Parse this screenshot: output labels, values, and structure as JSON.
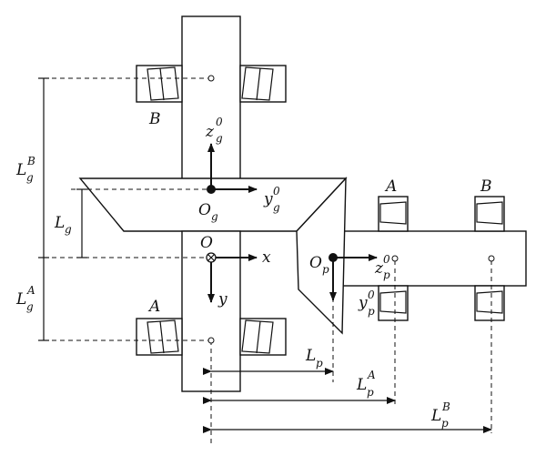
{
  "labels": {
    "bearing_B_gear": "B",
    "bearing_A_gear": "A",
    "bearing_A_pinion": "A",
    "bearing_B_pinion": "B",
    "z_g0": "z",
    "z_g0_sub": "g",
    "z_g0_sup": "0",
    "y_g0": "y",
    "y_g0_sub": "g",
    "y_g0_sup": "0",
    "O_g": "O",
    "O_g_sub": "g",
    "O": "O",
    "x": "x",
    "y": "y",
    "O_p": "O",
    "O_p_sub": "p",
    "z_p0": "z",
    "z_p0_sub": "p",
    "z_p0_sup": "0",
    "y_p0": "y",
    "y_p0_sub": "p",
    "y_p0_sup": "0",
    "L_g": "L",
    "L_g_sub": "g",
    "L_gB": "L",
    "L_gB_sub": "g",
    "L_gB_sup": "B",
    "L_gA": "L",
    "L_gA_sub": "g",
    "L_gA_sup": "A",
    "L_p": "L",
    "L_p_sub": "p",
    "L_pA": "L",
    "L_pA_sub": "p",
    "L_pA_sup": "A",
    "L_pB": "L",
    "L_pB_sub": "p",
    "L_pB_sup": "B"
  }
}
